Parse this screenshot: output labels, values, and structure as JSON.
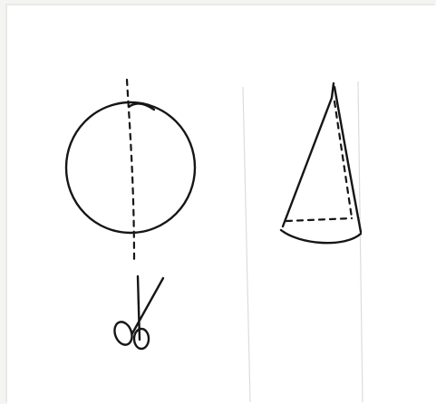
{
  "figure": {
    "panels": [
      {
        "id": "left",
        "shapes": [
          "circle",
          "dashed-axis",
          "scissors-icon"
        ]
      },
      {
        "id": "right",
        "shapes": [
          "cone"
        ]
      }
    ],
    "colors": {
      "paper": "#ffffff",
      "background": "#f4f4f2",
      "ink": "#161616",
      "fold": "#dcdcdc"
    }
  }
}
